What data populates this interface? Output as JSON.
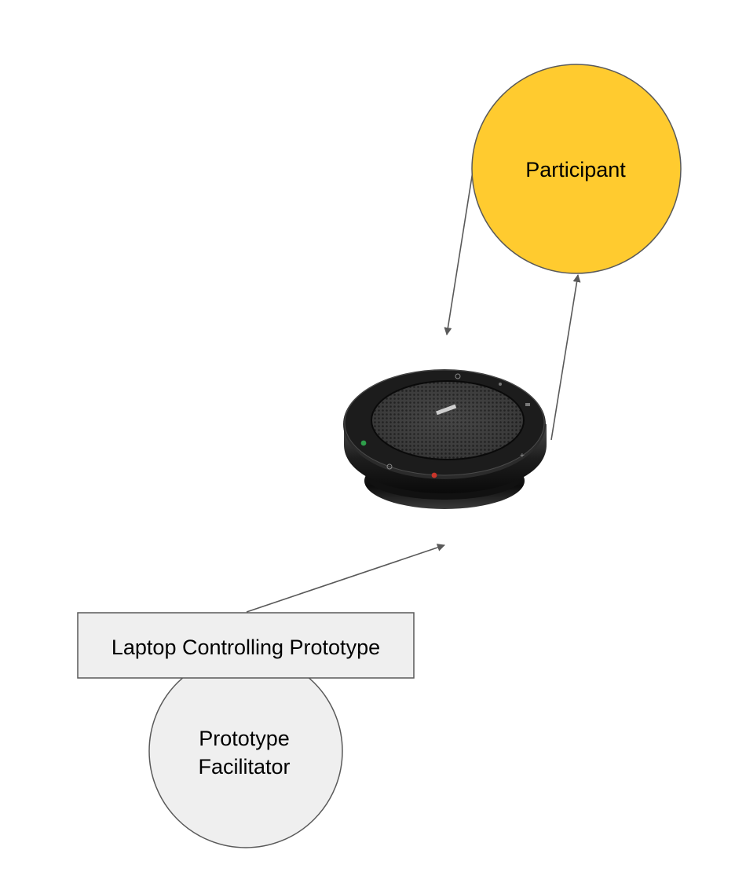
{
  "nodes": {
    "participant": {
      "label": "Participant",
      "fill": "#ffcb2f"
    },
    "laptop": {
      "label": "Laptop Controlling Prototype",
      "fill": "#efefef"
    },
    "facilitator": {
      "label_line1": "Prototype",
      "label_line2": "Facilitator",
      "fill": "#efefef"
    }
  },
  "device": {
    "icon": "speakerphone-icon",
    "body_color": "#1b1b1b"
  },
  "edges": [
    {
      "from": "laptop",
      "to": "speakerphone"
    },
    {
      "from": "speakerphone",
      "to": "participant"
    },
    {
      "from": "participant",
      "to": "speakerphone"
    }
  ],
  "colors": {
    "stroke": "#595959",
    "arrow": "#595959"
  }
}
